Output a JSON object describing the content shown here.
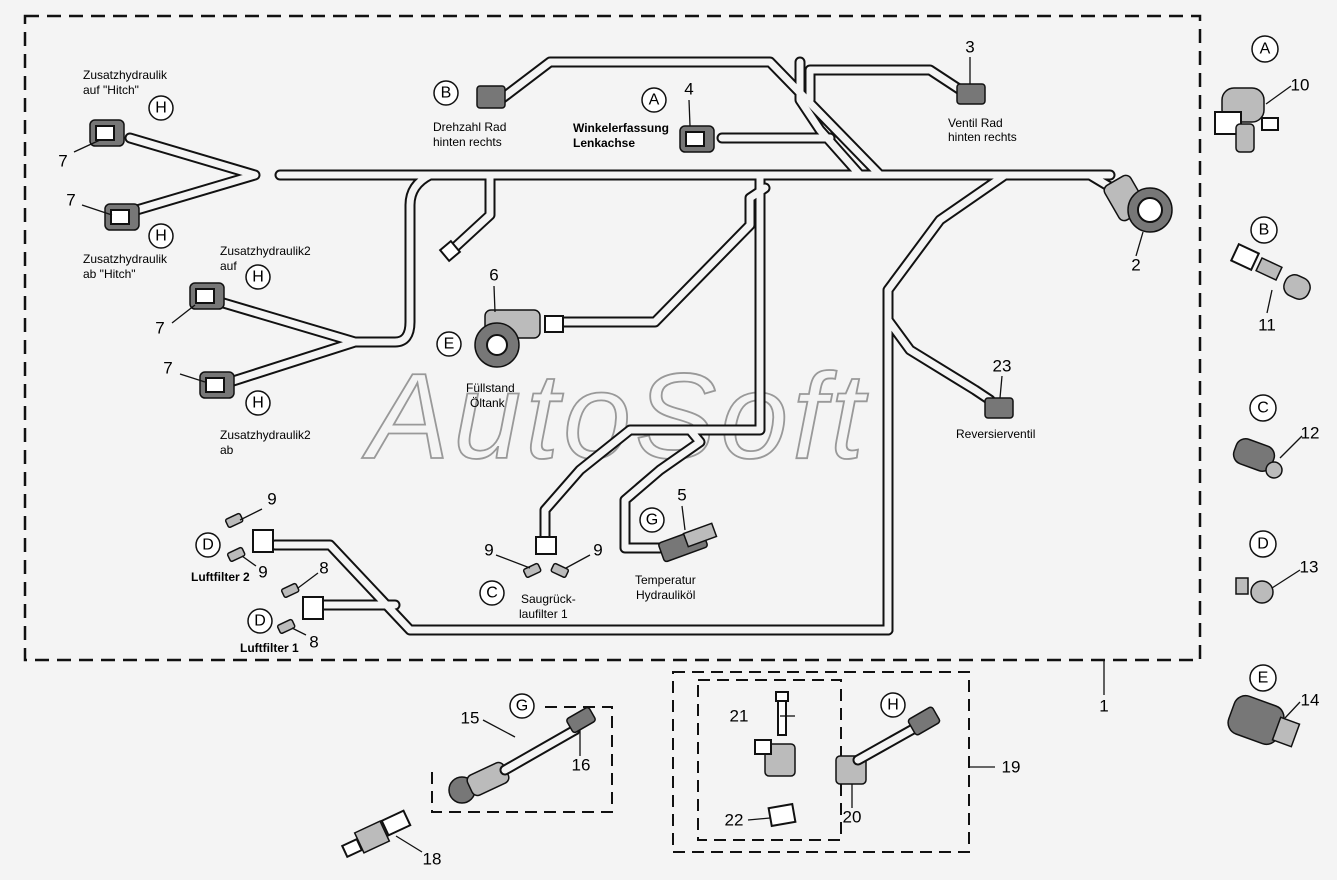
{
  "watermark": "AutoSoft",
  "part_numbers": {
    "n1": "1",
    "n2": "2",
    "n3": "3",
    "n4": "4",
    "n5": "5",
    "n6": "6",
    "n7a": "7",
    "n7b": "7",
    "n7c": "7",
    "n7d": "7",
    "n8a": "8",
    "n8b": "8",
    "n9a": "9",
    "n9b": "9",
    "n9c": "9",
    "n9d": "9",
    "n10": "10",
    "n11": "11",
    "n12": "12",
    "n13": "13",
    "n14": "14",
    "n15": "15",
    "n16": "16",
    "n18": "18",
    "n19": "19",
    "n20": "20",
    "n21": "21",
    "n22": "22",
    "n23": "23"
  },
  "callouts": {
    "h1": "H",
    "h2": "H",
    "h3": "H",
    "h4": "H",
    "h5": "H",
    "b1": "B",
    "a1": "A",
    "e1": "E",
    "g1": "G",
    "g2": "G",
    "c1": "C",
    "d1": "D",
    "d2": "D",
    "sa": "A",
    "sb": "B",
    "sc": "C",
    "sd": "D",
    "se": "E"
  },
  "labels": {
    "zh_auf_1": "Zusatzhydraulik",
    "zh_auf_2": "auf \"Hitch\"",
    "zh_ab_1": "Zusatzhydraulik",
    "zh_ab_2": "ab \"Hitch\"",
    "zh2_auf_1": "Zusatzhydraulik2",
    "zh2_auf_2": "auf",
    "zh2_ab_1": "Zusatzhydraulik2",
    "zh2_ab_2": "ab",
    "drehzahl_1": "Drehzahl Rad",
    "drehzahl_2": "hinten rechts",
    "winkel_1": "Winkelerfassung",
    "winkel_2": "Lenkachse",
    "ventil_1": "Ventil Rad",
    "ventil_2": "hinten rechts",
    "fuell_1": "Füllstand",
    "fuell_2": "Öltank",
    "revers": "Reversierventil",
    "temp_1": "Temperatur",
    "temp_2": "Hydrauliköl",
    "saug_1": "Saugrück-",
    "saug_2": "laufilter 1",
    "luft2": "Luftfilter 2",
    "luft1": "Luftfilter 1"
  }
}
